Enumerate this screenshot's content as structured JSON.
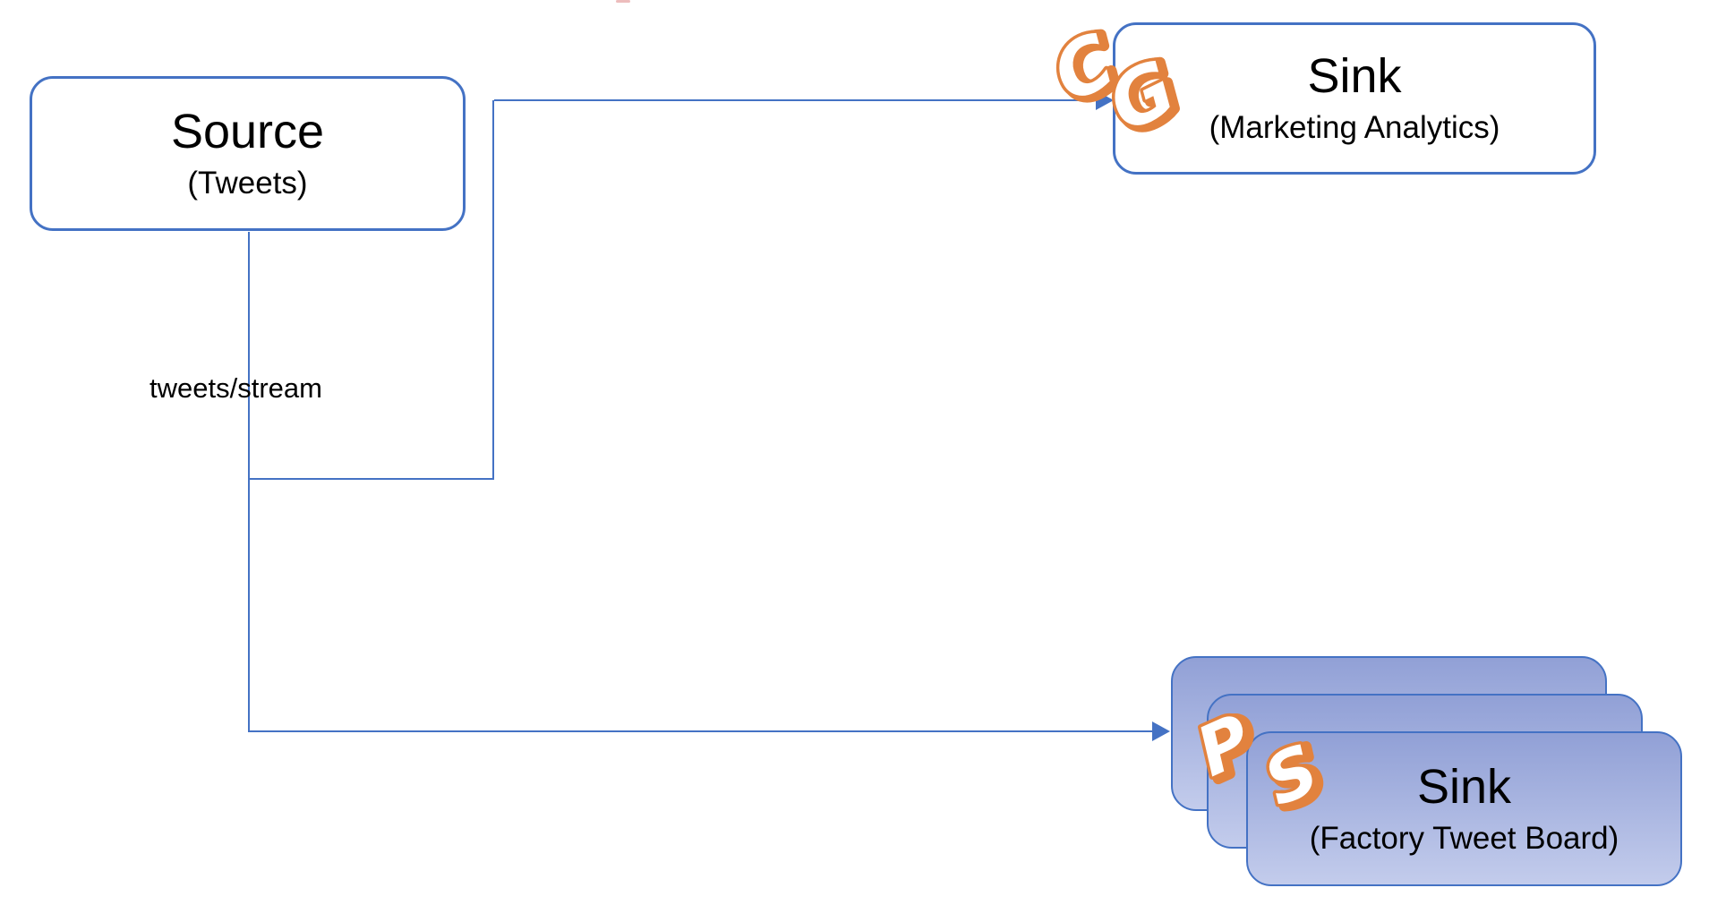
{
  "diagram": {
    "source": {
      "title": "Source",
      "subtitle": "(Tweets)"
    },
    "sink_marketing": {
      "title": "Sink",
      "subtitle": "(Marketing Analytics)"
    },
    "sink_factory": {
      "title": "Sink",
      "subtitle": "(Factory Tweet Board)"
    },
    "stream_label": "tweets/stream",
    "logos": {
      "cg": {
        "name": "cg-logo",
        "letters": [
          "C",
          "G"
        ]
      },
      "ps": {
        "name": "ps-logo",
        "letters": [
          "P",
          "S"
        ]
      }
    },
    "colors": {
      "connector_blue": "#4472C4",
      "logo_orange": "#E2823E",
      "card_gradient_top": "#91A0D6",
      "card_gradient_bottom": "#C3CCEC"
    }
  }
}
